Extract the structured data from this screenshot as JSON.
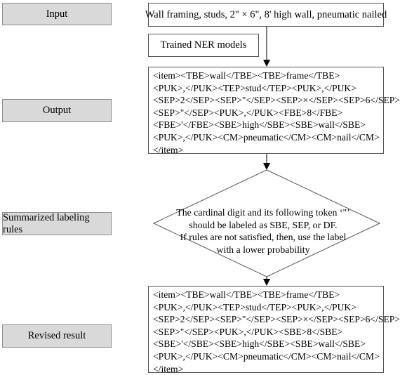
{
  "stages": {
    "input": "Input",
    "output": "Output",
    "rules": "Summarized labeling rules",
    "revised": "Revised result"
  },
  "input_text": "Wall framing, studs, 2\" × 6\", 8' high wall, pneumatic nailed",
  "model_text": "Trained NER models",
  "output_lines": [
    "<item><TBE>wall</TBE><TBE>frame</TBE>",
    "<PUK>,</PUK><TEP>stud</TEP><PUK>,</PUK>",
    "<SEP>2</SEP><SEP>\"</SEP><SEP>×</SEP><SEP>6</SEP>",
    "<SEP>\"</SEP><PUK>,</PUK><FBE>8</FBE>",
    "<FBE>'</FBE><SBE>high</SBE><SBE>wall</SBE>",
    "<PUK>,</PUK><CM>pneumatic</CM><CM>nail</CM>",
    "</item>"
  ],
  "rule_lines": [
    "The cardinal digit and its following token ‘\"’",
    "should be labeled as SBE, SEP, or DF.",
    "If rules are not satisfied, then, use the label",
    "with a lower probability"
  ],
  "revised_lines": [
    "<item><TBE>wall</TBE><TBE>frame</TBE>",
    "<PUK>,</PUK><TEP>stud</TEP><PUK>,</PUK>",
    "<SEP>2</SEP><SEP>\"</SEP><SEP>×</SEP><SEP>6</SEP>",
    "<SEP>\"</SEP><PUK>,</PUK><SBE>8</SBE>",
    "<SBE>'</SBE><SBE>high</SBE><SBE>wall</SBE>",
    "<PUK>,</PUK><CM>pneumatic</CM><CM>nail</CM>",
    "</item>"
  ]
}
